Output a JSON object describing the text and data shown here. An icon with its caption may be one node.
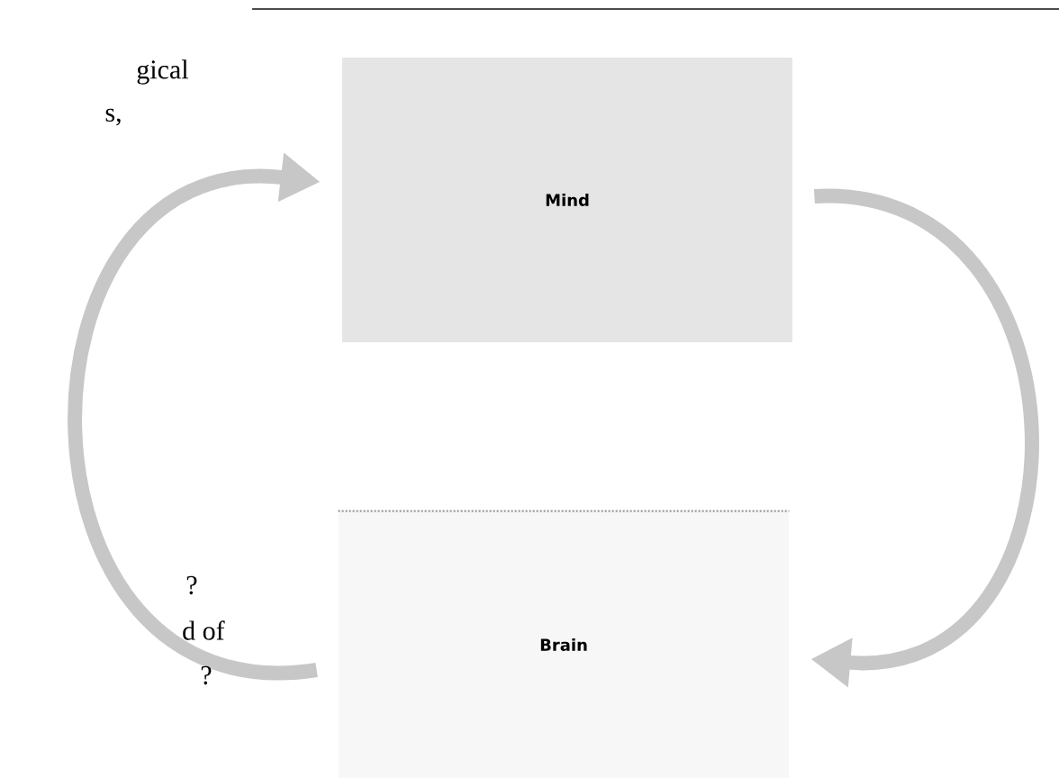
{
  "diagram": {
    "nodes": [
      {
        "text": [
          "Mind"
        ]
      },
      {
        "text": [
          "Brain"
        ]
      }
    ],
    "edges": [
      {
        "from": 0,
        "to": 1,
        "arrow": "to"
      },
      {
        "from": 1,
        "to": 0,
        "arrow": "to"
      }
    ],
    "labels": [
      "gical",
      "s,",
      "?",
      "d of",
      "?"
    ]
  }
}
